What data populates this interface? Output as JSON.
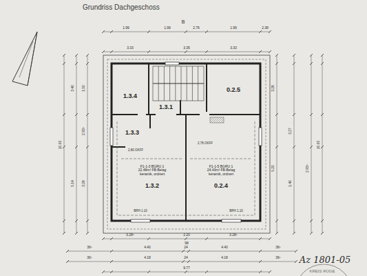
{
  "diagram": {
    "title": "Grundriss Dachgeschoss",
    "nodes": [
      {
        "text": [
          "1.3.4"
        ]
      },
      {
        "text": [
          "1.3.1"
        ]
      },
      {
        "text": [
          "0.2.5"
        ]
      },
      {
        "text": [
          "1.3.3"
        ]
      },
      {
        "text": [
          "F1-1-3 BGRU 1 22,48m² FB-Belag keramik, ordnert",
          "1.3.2"
        ]
      },
      {
        "text": [
          "F1-1-5 BGRU 1 24,43m² FB-Belag keramik, ordnert",
          "0.2.4"
        ]
      }
    ],
    "labels": [
      "B",
      "1.99",
      "1.99",
      "2.76",
      "1.99",
      "2.38",
      "3.33",
      "3.35",
      "3.33",
      "3.28⁵",
      "2.20",
      "3.28⁵",
      "98",
      "36⁵",
      "4.40",
      "24",
      "4.40",
      "36⁵",
      "36⁵",
      "4.18",
      "24",
      "4.18",
      "36⁵",
      "9.77",
      "10.00",
      "3.40",
      "5.14",
      "1.50",
      "2.93⁵",
      "3.26",
      "3.26",
      "5.20",
      "3.27",
      "1.40",
      "2.93⁵",
      "10.00",
      "BRH 1.10",
      "BRH 1.10",
      "2,80 OKFF",
      "2,78 OKFF",
      "Az 1801-05",
      "KREIS RÜGE"
    ]
  }
}
